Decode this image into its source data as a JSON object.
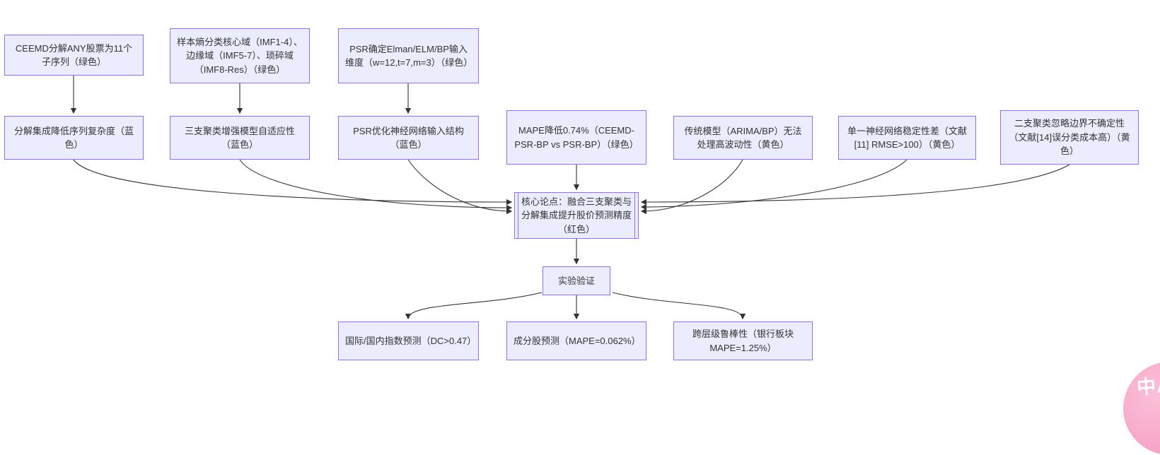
{
  "diagram": {
    "type": "flowchart",
    "colors": {
      "background": "#FFFFFF",
      "node_fill": "#ECECFF",
      "node_border": "#9370DB",
      "edge": "#333333",
      "text": "#333333"
    },
    "nodes": {
      "n1": {
        "label": "CEEMD分解ANY股票为11个子序列（绿色）",
        "shape": "rect"
      },
      "n2": {
        "label": "样本熵分类核心域（IMF1-4）、边缘域（IMF5-7）、琐碎域（IMF8-Res）（绿色）",
        "shape": "rect"
      },
      "n3": {
        "label": "PSR确定Elman/ELM/BP输入维度（w=12,t=7,m=3）（绿色）",
        "shape": "rect"
      },
      "n4": {
        "label": "分解集成降低序列复杂度（蓝色）",
        "shape": "rect"
      },
      "n5": {
        "label": "三支聚类增强模型自适应性（蓝色）",
        "shape": "rect"
      },
      "n6": {
        "label": "PSR优化神经网络输入结构（蓝色）",
        "shape": "rect"
      },
      "n7": {
        "label": "MAPE降低0.74%（CEEMD-PSR-BP vs PSR-BP）（绿色）",
        "shape": "rect"
      },
      "n8": {
        "label": "传统模型（ARIMA/BP）无法处理高波动性（黄色）",
        "shape": "rect"
      },
      "n9": {
        "label": "单一神经网络稳定性差（文献[11] RMSE>100）（黄色）",
        "shape": "rect"
      },
      "n10": {
        "label": "二支聚类忽略边界不确定性（文献[14]误分类成本高）（黄色）",
        "shape": "rect"
      },
      "core": {
        "label": "核心论点：融合三支聚类与分解集成提升股价预测精度（红色）",
        "shape": "subroutine"
      },
      "exp": {
        "label": "实验验证",
        "shape": "rect"
      },
      "r1": {
        "label": "国际/国内指数预测（DC>0.47）",
        "shape": "rect"
      },
      "r2": {
        "label": "成分股预测（MAPE=0.062%）",
        "shape": "rect"
      },
      "r3": {
        "label": "跨层级鲁棒性（银行板块 MAPE=1.25%）",
        "shape": "rect"
      }
    },
    "edges": [
      {
        "from": "n1",
        "to": "n4"
      },
      {
        "from": "n2",
        "to": "n5"
      },
      {
        "from": "n3",
        "to": "n6"
      },
      {
        "from": "n4",
        "to": "core"
      },
      {
        "from": "n5",
        "to": "core"
      },
      {
        "from": "n6",
        "to": "core"
      },
      {
        "from": "n7",
        "to": "core"
      },
      {
        "from": "n8",
        "to": "core"
      },
      {
        "from": "n9",
        "to": "core"
      },
      {
        "from": "n10",
        "to": "core"
      },
      {
        "from": "core",
        "to": "exp"
      },
      {
        "from": "exp",
        "to": "r1"
      },
      {
        "from": "exp",
        "to": "r2"
      },
      {
        "from": "exp",
        "to": "r3"
      }
    ]
  },
  "watermark": {
    "text": "中A",
    "color": "#F8A8C8"
  }
}
